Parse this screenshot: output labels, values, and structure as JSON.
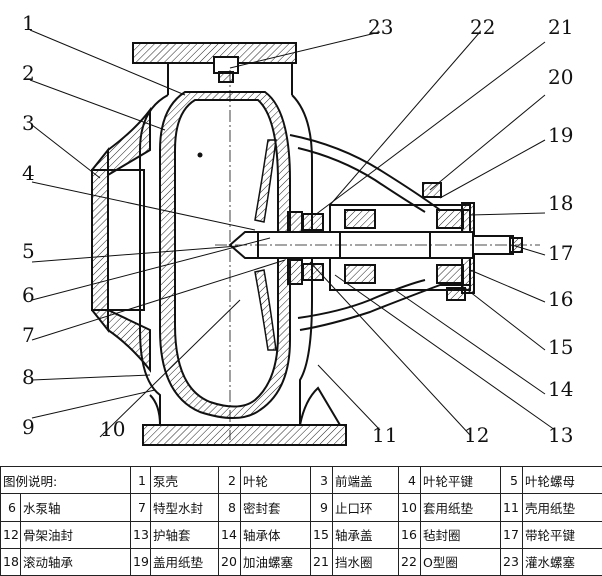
{
  "callouts": [
    "1",
    "2",
    "3",
    "4",
    "5",
    "6",
    "7",
    "8",
    "9",
    "10",
    "11",
    "12",
    "13",
    "14",
    "15",
    "16",
    "17",
    "18",
    "19",
    "20",
    "21",
    "22",
    "23"
  ],
  "legend": {
    "title": "图例说明:",
    "rows": [
      [
        {
          "n": "1",
          "label": "泵壳"
        },
        {
          "n": "2",
          "label": "叶轮"
        },
        {
          "n": "3",
          "label": "前端盖"
        },
        {
          "n": "4",
          "label": "叶轮平键"
        },
        {
          "n": "5",
          "label": "叶轮螺母"
        }
      ],
      [
        {
          "n": "6",
          "label": "水泵轴"
        },
        {
          "n": "7",
          "label": "特型水封"
        },
        {
          "n": "8",
          "label": "密封套"
        },
        {
          "n": "9",
          "label": "止口环"
        },
        {
          "n": "10",
          "label": "套用纸垫"
        },
        {
          "n": "11",
          "label": "壳用纸垫"
        }
      ],
      [
        {
          "n": "12",
          "label": "骨架油封"
        },
        {
          "n": "13",
          "label": "护轴套"
        },
        {
          "n": "14",
          "label": "轴承体"
        },
        {
          "n": "15",
          "label": "轴承盖"
        },
        {
          "n": "16",
          "label": "毡封圈"
        },
        {
          "n": "17",
          "label": "带轮平键"
        }
      ],
      [
        {
          "n": "18",
          "label": "滚动轴承"
        },
        {
          "n": "19",
          "label": "盖用纸垫"
        },
        {
          "n": "20",
          "label": "加油螺塞"
        },
        {
          "n": "21",
          "label": "挡水圈"
        },
        {
          "n": "22",
          "label": "O型圈"
        },
        {
          "n": "23",
          "label": "灌水螺塞"
        }
      ]
    ]
  }
}
